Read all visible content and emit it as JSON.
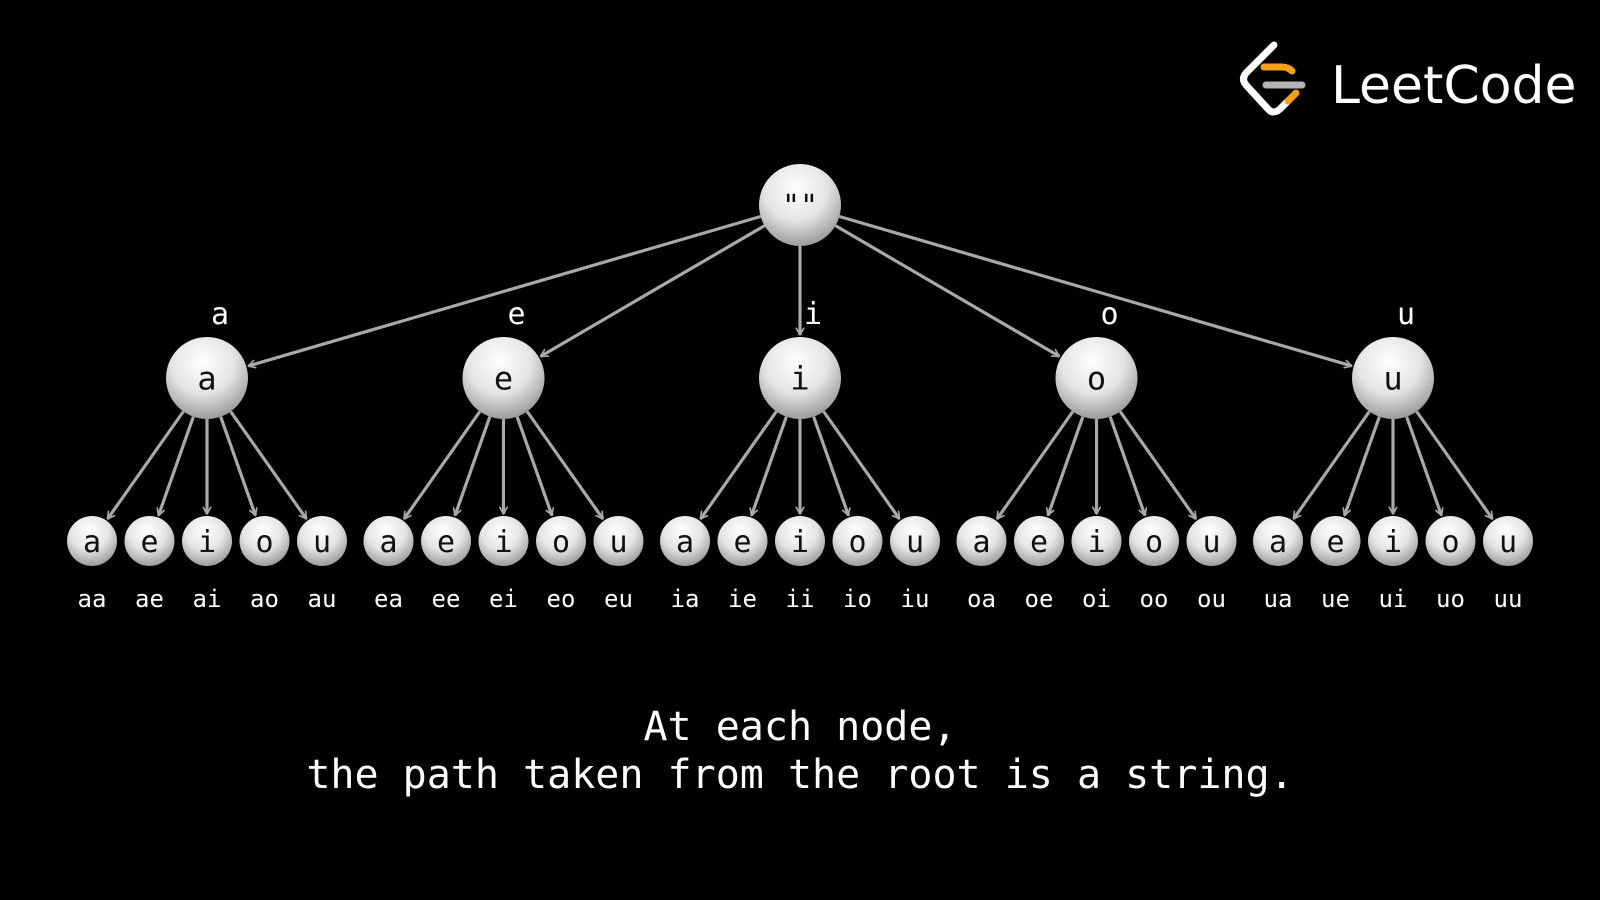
{
  "brand": {
    "name": "LeetCode",
    "colors": {
      "bracket": "#ffffff",
      "accent": "#f89f1b"
    }
  },
  "diagram": {
    "root": "\"\"",
    "vowels": [
      "a",
      "e",
      "i",
      "o",
      "u"
    ],
    "edge_labels": [
      "a",
      "e",
      "i",
      "o",
      "u"
    ],
    "children": [
      {
        "label": "a",
        "leaves": [
          "a",
          "e",
          "i",
          "o",
          "u"
        ],
        "strings": [
          "aa",
          "ae",
          "ai",
          "ao",
          "au"
        ]
      },
      {
        "label": "e",
        "leaves": [
          "a",
          "e",
          "i",
          "o",
          "u"
        ],
        "strings": [
          "ea",
          "ee",
          "ei",
          "eo",
          "eu"
        ]
      },
      {
        "label": "i",
        "leaves": [
          "a",
          "e",
          "i",
          "o",
          "u"
        ],
        "strings": [
          "ia",
          "ie",
          "ii",
          "io",
          "iu"
        ]
      },
      {
        "label": "o",
        "leaves": [
          "a",
          "e",
          "i",
          "o",
          "u"
        ],
        "strings": [
          "oa",
          "oe",
          "oi",
          "oo",
          "ou"
        ]
      },
      {
        "label": "u",
        "leaves": [
          "a",
          "e",
          "i",
          "o",
          "u"
        ],
        "strings": [
          "ua",
          "ue",
          "ui",
          "uo",
          "uu"
        ]
      }
    ],
    "colors": {
      "node_fill_light": "#ffffff",
      "node_fill_dark": "#a8a8a8",
      "edge": "#a9a9a9",
      "background": "#000000"
    }
  },
  "caption": {
    "line1": "At each node,",
    "line2": "the path taken from the root is a string."
  }
}
